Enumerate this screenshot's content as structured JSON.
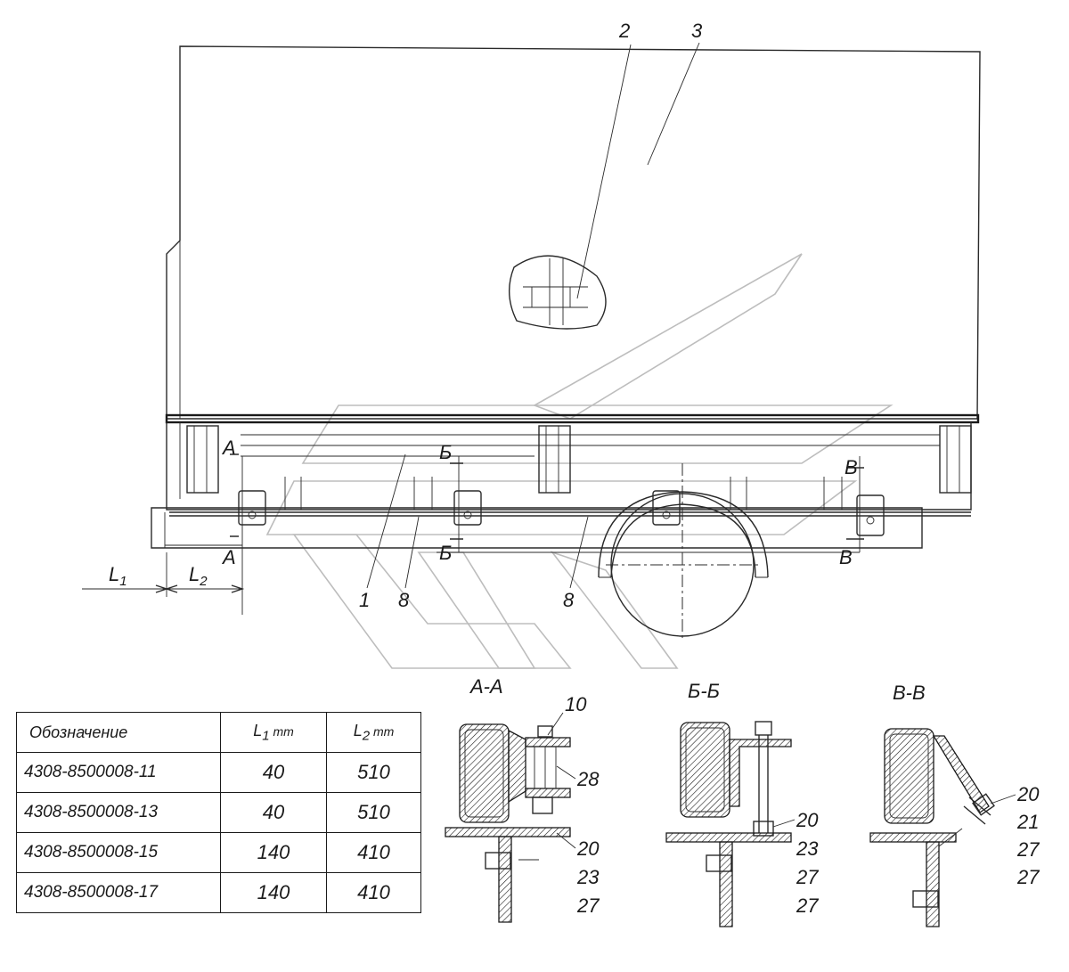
{
  "callouts": {
    "n1": "1",
    "n2": "2",
    "n3": "3",
    "n8a": "8",
    "n8b": "8",
    "n10": "10",
    "n28": "28",
    "aa_20": "20",
    "aa_23": "23",
    "aa_27": "27",
    "bb_20": "20",
    "bb_23": "23",
    "bb_27a": "27",
    "bb_27b": "27",
    "vv_20": "20",
    "vv_21": "21",
    "vv_27a": "27",
    "vv_27b": "27"
  },
  "section_marks": {
    "a": "А",
    "b": "Б",
    "v": "В"
  },
  "dimensions": {
    "l1": "L",
    "l1_sub": "1",
    "l2": "L",
    "l2_sub": "2"
  },
  "section_titles": {
    "aa": "А-А",
    "bb": "Б-Б",
    "vv": "В-В"
  },
  "table": {
    "headers": {
      "designation": "Обозначение",
      "l1": "L",
      "l1_sub": "1",
      "l1_unit": " mm",
      "l2": "L",
      "l2_sub": "2",
      "l2_unit": " mm"
    },
    "rows": [
      {
        "designation": "4308-8500008-11",
        "l1": "40",
        "l2": "510"
      },
      {
        "designation": "4308-8500008-13",
        "l1": "40",
        "l2": "510"
      },
      {
        "designation": "4308-8500008-15",
        "l1": "140",
        "l2": "410"
      },
      {
        "designation": "4308-8500008-17",
        "l1": "140",
        "l2": "410"
      }
    ]
  },
  "colors": {
    "line": "#1a1a1a",
    "watermark": "#bdbdbd",
    "background": "#ffffff"
  }
}
